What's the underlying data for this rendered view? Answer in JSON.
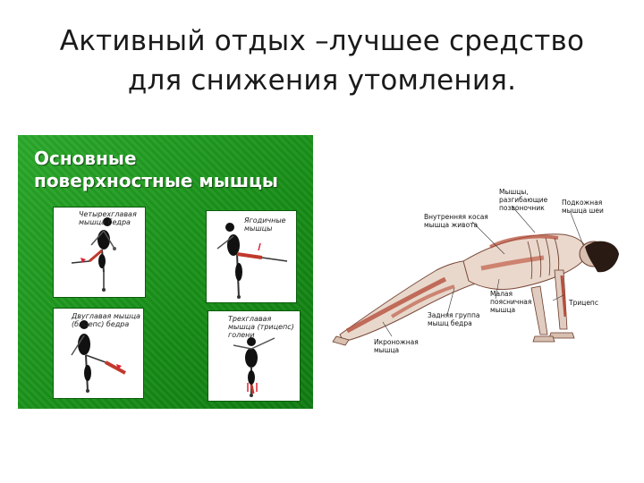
{
  "slide": {
    "title_line1": "Активный отдых –лучшее средство",
    "title_line2": "для снижения утомления."
  },
  "left_figure": {
    "heading_line1": "Основные",
    "heading_line2": "поверхностные мышцы",
    "cards": [
      {
        "label_line1": "Четырехглавая",
        "label_line2": "мышца бедра"
      },
      {
        "label_line1": "Ягодичные",
        "label_line2": "мышцы"
      },
      {
        "label_line1": "Двуглавая мышца",
        "label_line2": "(бицепс) бедра"
      },
      {
        "label_line1": "Трехглавая",
        "label_line2": "мышца (трицепс)",
        "label_line3": "голени"
      }
    ]
  },
  "right_figure": {
    "annotations": {
      "spine_line1": "Мышцы,",
      "spine_line2": "разгибающие",
      "spine_line3": "позвоночник",
      "neck_line1": "Подкожная",
      "neck_line2": "мышца шеи",
      "oblique_line1": "Внутренняя косая",
      "oblique_line2": "мышца живота",
      "gluteus_line1": "Малая",
      "gluteus_line2": "поясничная",
      "gluteus_line3": "мышца",
      "triceps": "Трицепс",
      "hamstrings_line1": "Задняя группа",
      "hamstrings_line2": "мышц бедра",
      "calf_line1": "Икроножная",
      "calf_line2": "мышца"
    }
  }
}
